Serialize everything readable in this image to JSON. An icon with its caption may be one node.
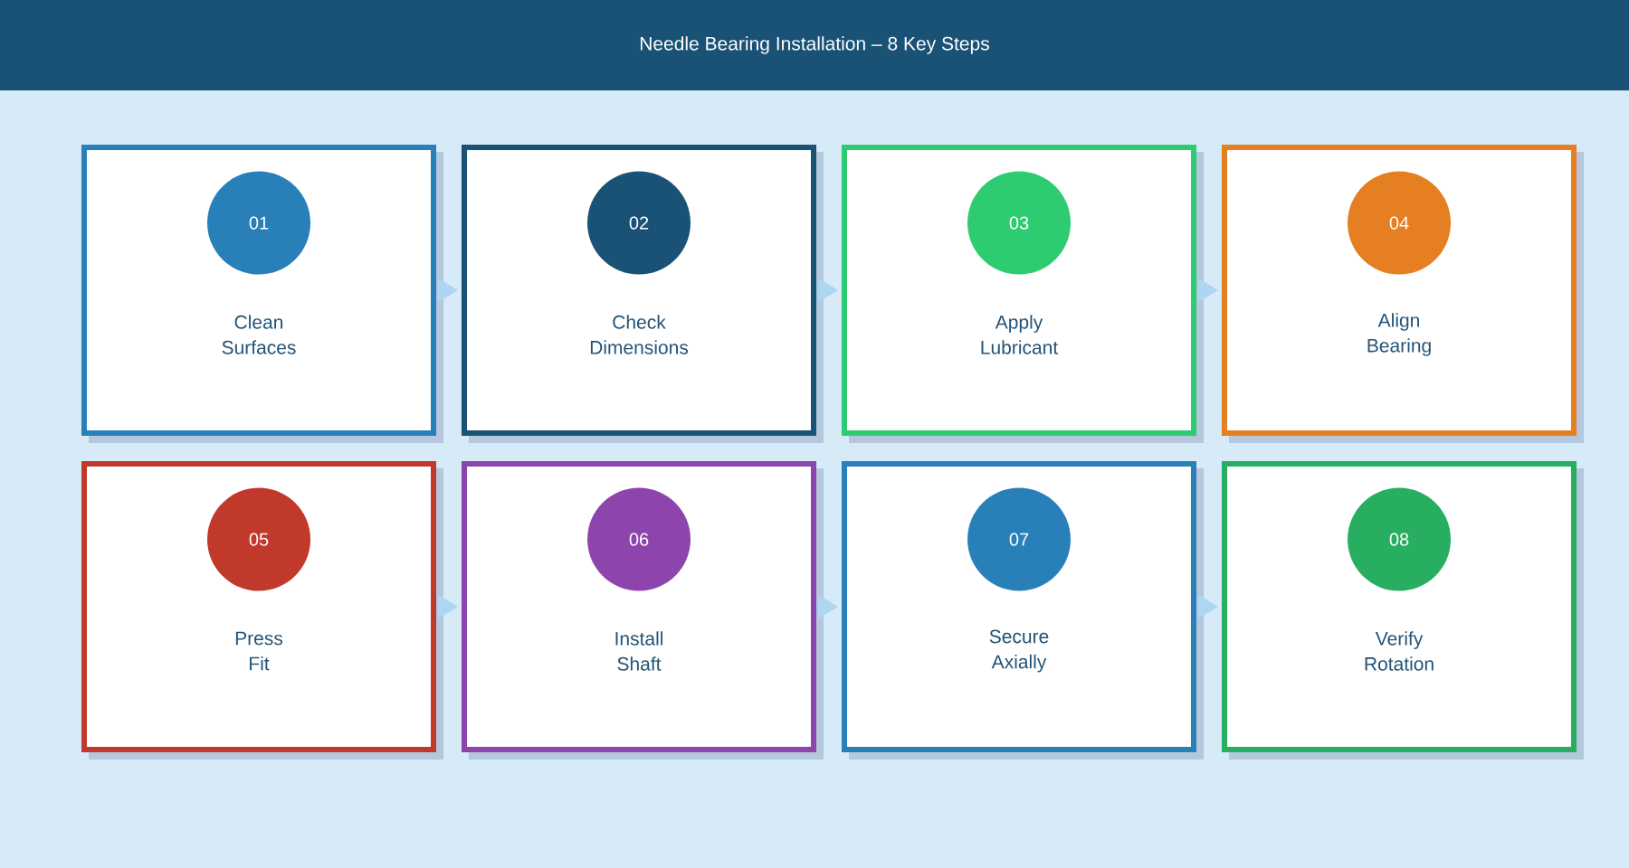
{
  "diagram": {
    "title": "Needle Bearing Installation – 8 Key Steps",
    "nodes": [
      {
        "text": [
          "Clean Surfaces"
        ]
      },
      {
        "text": [
          "01"
        ],
        "in": 0
      },
      {
        "text": [
          "Check Dimensions"
        ]
      },
      {
        "text": [
          "02"
        ],
        "in": 2
      },
      {
        "text": [
          "Apply Lubricant"
        ]
      },
      {
        "text": [
          "03"
        ],
        "in": 4
      },
      {
        "text": [
          "Align Bearing"
        ]
      },
      {
        "text": [
          "04"
        ],
        "in": 6
      },
      {
        "text": [
          "Press Fit"
        ]
      },
      {
        "text": [
          "05"
        ],
        "in": 8
      },
      {
        "text": [
          "Install Shaft"
        ]
      },
      {
        "text": [
          "06"
        ],
        "in": 10
      },
      {
        "text": [
          "Secure Axially"
        ]
      },
      {
        "text": [
          "07"
        ],
        "in": 12
      },
      {
        "text": [
          "Verify Rotation"
        ]
      },
      {
        "text": [
          "08"
        ],
        "in": 14
      }
    ],
    "edges": [
      {
        "from": 0,
        "to": 2,
        "arrow": "to"
      },
      {
        "from": 2,
        "to": 4,
        "arrow": "to"
      },
      {
        "from": 4,
        "to": 6,
        "arrow": "to"
      },
      {
        "from": 8,
        "to": 10,
        "arrow": "to"
      },
      {
        "from": 10,
        "to": 12,
        "arrow": "to"
      },
      {
        "from": 12,
        "to": 14,
        "arrow": "to"
      }
    ]
  }
}
